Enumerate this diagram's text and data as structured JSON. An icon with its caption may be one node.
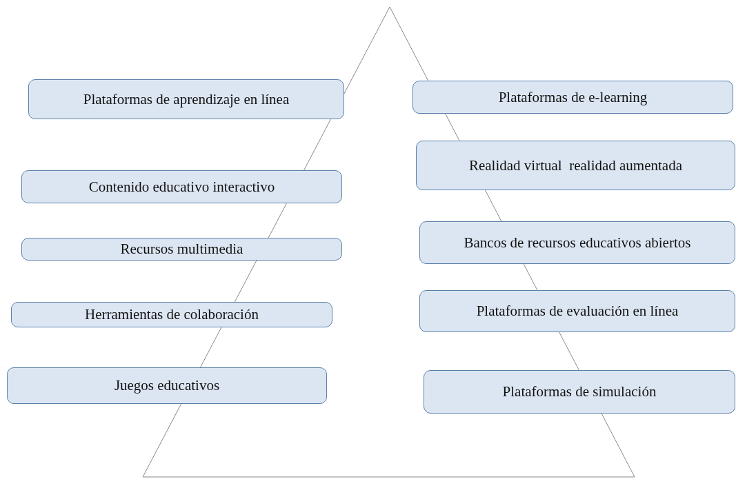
{
  "diagram": {
    "nodes": [
      {
        "text": [
          "Plataformas de aprendizaje en línea"
        ]
      },
      {
        "text": [
          "Contenido educativo interactivo"
        ]
      },
      {
        "text": [
          "Recursos multimedia"
        ]
      },
      {
        "text": [
          "Herramientas de colaboración"
        ]
      },
      {
        "text": [
          "Juegos educativos"
        ]
      },
      {
        "text": [
          "Plataformas de e-learning"
        ]
      },
      {
        "text": [
          "Realidad virtual  realidad aumentada"
        ]
      },
      {
        "text": [
          "Bancos de recursos educativos abiertos"
        ]
      },
      {
        "text": [
          "Plataformas de evaluación en línea"
        ]
      },
      {
        "text": [
          "Plataformas de simulación"
        ]
      }
    ]
  }
}
